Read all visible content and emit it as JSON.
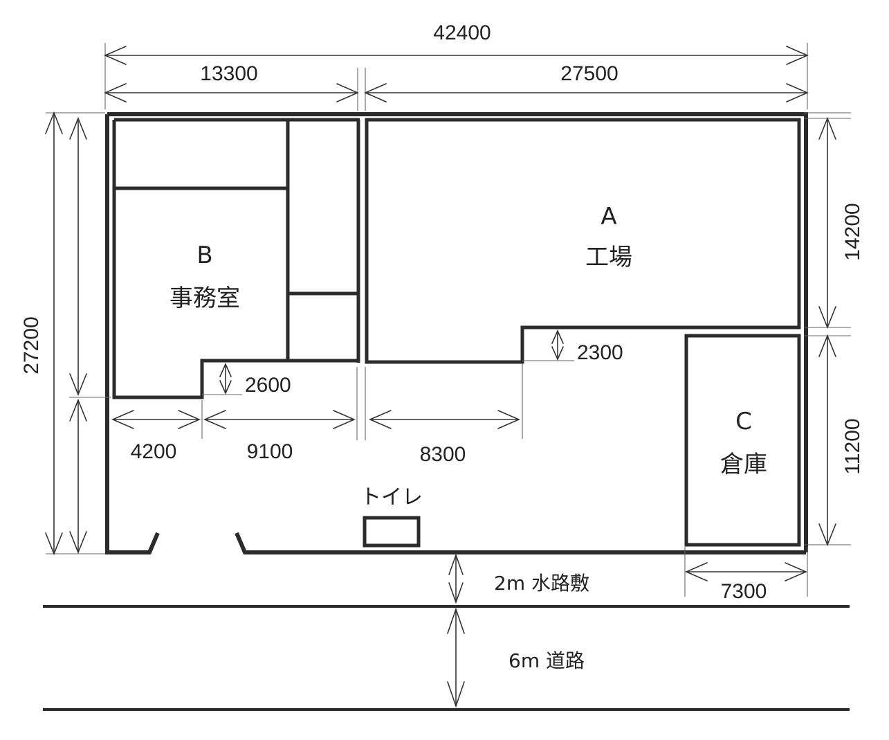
{
  "rooms": {
    "a": {
      "letter": "A",
      "name": "工場"
    },
    "b": {
      "letter": "B",
      "name": "事務室"
    },
    "c": {
      "letter": "C",
      "name": "倉庫"
    },
    "toilet": {
      "name": "トイレ"
    }
  },
  "dimensions": {
    "total_width": "42400",
    "left_width": "13300",
    "right_width": "27500",
    "total_depth": "27200",
    "factory_depth": "14200",
    "warehouse_depth": "11200",
    "warehouse_width": "7300",
    "office_step": "2600",
    "factory_step": "2300",
    "office_seg1": "4200",
    "office_seg2": "9100",
    "factory_seg": "8300"
  },
  "surroundings": {
    "waterway": "2m 水路敷",
    "road": "6m 道路"
  }
}
